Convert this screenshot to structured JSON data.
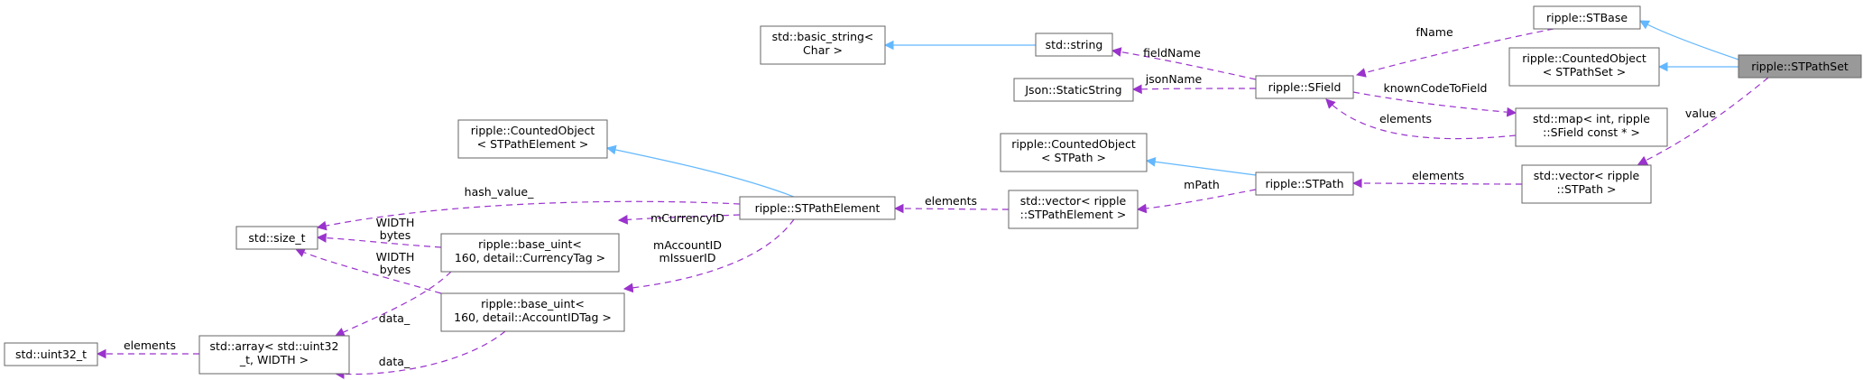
{
  "diagram": {
    "colors": {
      "inherit": "#63b8ff",
      "member": "#9a32cd",
      "root_fill": "#999999",
      "node_border": "#666666"
    },
    "nodes": {
      "stpathset": [
        "ripple::STPathSet"
      ],
      "stbase": [
        "ripple::STBase"
      ],
      "counted_stpathset": [
        "ripple::CountedObject",
        "< STPathSet >"
      ],
      "sfield": [
        "ripple::SField"
      ],
      "std_string": [
        "std::string"
      ],
      "basic_string": [
        "std::basic_string<",
        "Char >"
      ],
      "json_staticstring": [
        "Json::StaticString"
      ],
      "std_map": [
        "std::map< int, ripple",
        "::SField const * >"
      ],
      "vector_stpath": [
        "std::vector< ripple",
        "::STPath >"
      ],
      "stpath": [
        "ripple::STPath"
      ],
      "counted_stpath": [
        "ripple::CountedObject",
        "< STPath >"
      ],
      "vector_stpathelement": [
        "std::vector< ripple",
        "::STPathElement >"
      ],
      "stpathelement": [
        "ripple::STPathElement"
      ],
      "counted_stpathelement": [
        "ripple::CountedObject",
        "< STPathElement >"
      ],
      "size_t": [
        "std::size_t"
      ],
      "base_uint_currency": [
        "ripple::base_uint<",
        "160, detail::CurrencyTag >"
      ],
      "base_uint_account": [
        "ripple::base_uint<",
        "160, detail::AccountIDTag >"
      ],
      "std_array": [
        "std::array< std::uint32",
        "_t, WIDTH >"
      ],
      "uint32": [
        "std::uint32_t"
      ]
    },
    "edge_labels": {
      "fname": [
        "fName"
      ],
      "fieldname": [
        "fieldName"
      ],
      "jsonname": [
        "jsonName"
      ],
      "knowncode": [
        "knownCodeToField"
      ],
      "map_elements": [
        "elements"
      ],
      "value": [
        "value"
      ],
      "vector_stpath_elements": [
        "elements"
      ],
      "mpath": [
        "mPath"
      ],
      "vector_elem_elements": [
        "elements"
      ],
      "hash_value": [
        "hash_value_"
      ],
      "mcurrency": [
        "mCurrencyID"
      ],
      "maccount": [
        "mAccountID",
        "mIssuerID"
      ],
      "width_bytes_1": [
        "WIDTH",
        "bytes"
      ],
      "width_bytes_2": [
        "WIDTH",
        "bytes"
      ],
      "data_1": [
        "data_"
      ],
      "data_2": [
        "data_"
      ],
      "array_elements": [
        "elements"
      ]
    }
  }
}
